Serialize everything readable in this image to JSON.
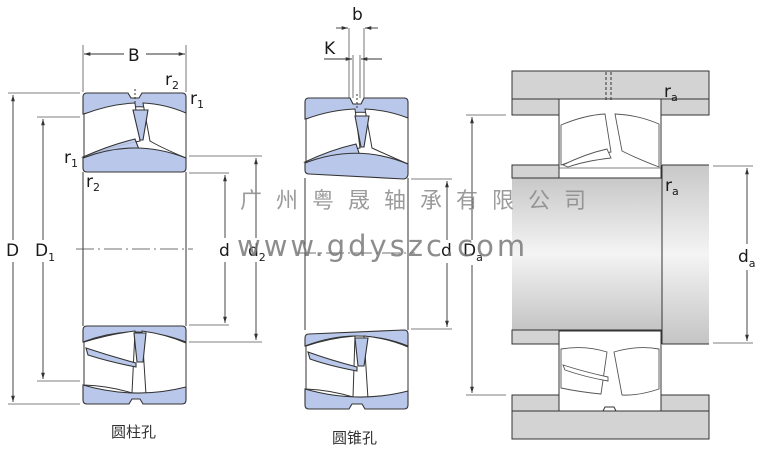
{
  "title": "Spherical roller bearing dimension drawing",
  "colors": {
    "ring_fill": "#b9c8ea",
    "housing_fill": "#d3d3d3",
    "outline": "#333333",
    "watermark": "#8a8a8a"
  },
  "figure_cylindrical": {
    "caption": "圆柱孔",
    "labels": {
      "B": "B",
      "r2_top": "r",
      "r2_top_sub": "2",
      "r1_top": "r",
      "r1_top_sub": "1",
      "r1_left": "r",
      "r1_left_sub": "1",
      "r2_left": "r",
      "r2_left_sub": "2",
      "D": "D",
      "D1": "D",
      "D1_sub": "1",
      "d": "d",
      "d2": "d",
      "d2_sub": "2"
    }
  },
  "figure_tapered": {
    "caption": "圆锥孔",
    "labels": {
      "b": "b",
      "K": "K",
      "d": "d"
    }
  },
  "figure_mounting": {
    "labels": {
      "ra_top": "r",
      "ra_top_sub": "a",
      "ra_mid": "r",
      "ra_mid_sub": "a",
      "Da": "D",
      "Da_sub": "a",
      "da": "d",
      "da_sub": "a"
    }
  },
  "watermark": {
    "company": "广州粤晟轴承有限公司",
    "website": "www.gdyszc.com"
  }
}
